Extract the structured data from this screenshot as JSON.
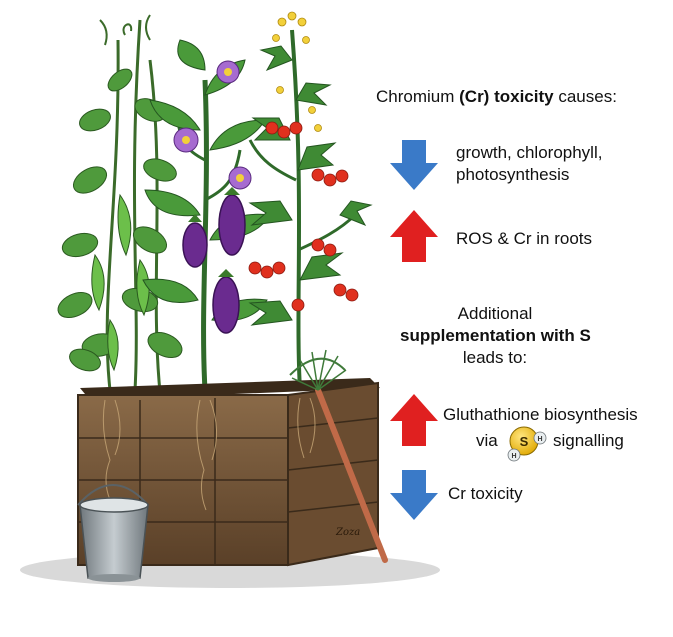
{
  "heading": {
    "prefix": "Chromium ",
    "bold_symbol": "(Cr)",
    "space": " ",
    "bold_word": "toxicity",
    "suffix": " causes:"
  },
  "effects_cr": [
    {
      "direction": "down",
      "color": "#3a7ac8",
      "line1": "growth, chlorophyll,",
      "line2": "photosynthesis"
    },
    {
      "direction": "up",
      "color": "#e02020",
      "line1": "ROS & Cr in roots"
    }
  ],
  "supplement": {
    "line1": "Additional",
    "line2_bold": "supplementation with S",
    "line3": "leads to:"
  },
  "effects_s": [
    {
      "direction": "up",
      "color": "#e02020",
      "line1": "Gluthathione biosynthesis",
      "line2_pre": "via",
      "line2_post": "signalling"
    },
    {
      "direction": "down",
      "color": "#3a7ac8",
      "line1": "Cr toxicity"
    }
  ],
  "molecule": {
    "center_label": "S",
    "atom_h1": "H",
    "atom_h2": "H"
  },
  "signature": "Zoza",
  "colors": {
    "wood": "#7a5a3c",
    "wood_dark": "#4e3826",
    "leaf": "#3f8a34",
    "leaf_dark": "#2b6a25",
    "eggplant": "#6a2b8f",
    "tomato": "#e0301e",
    "flower_yellow": "#f2d03a",
    "flower_purple": "#a66bd0",
    "bucket": "#9aa3a8",
    "rake": "#c06a48",
    "sulfur": "#f0c020"
  }
}
